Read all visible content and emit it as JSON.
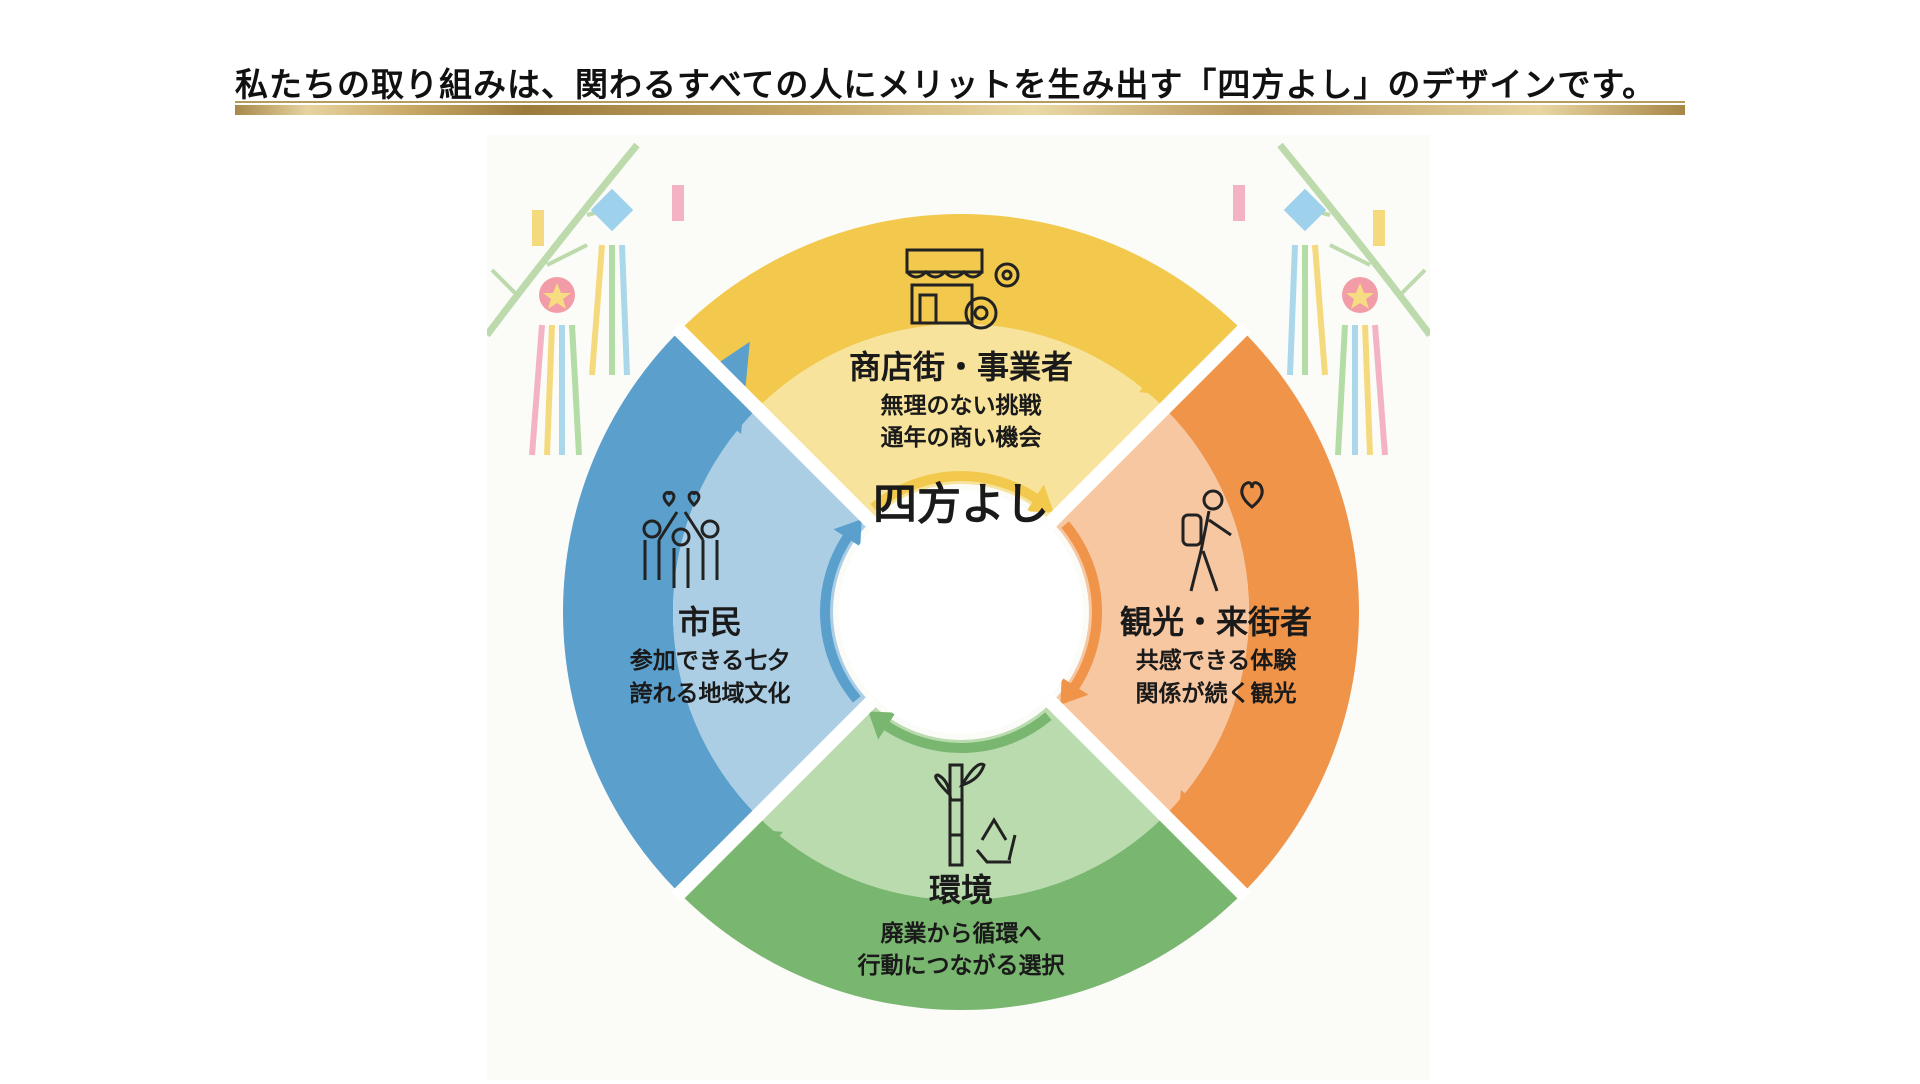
{
  "header": {
    "title": "私たちの取り組みは、関わるすべての人にメリットを生み出す「四方よし」のデザインです。"
  },
  "diagram": {
    "center_label": "四方よし",
    "segments": [
      {
        "id": "business",
        "title": "商店街・事業者",
        "lines": [
          "無理のない挑戦",
          "通年の商い機会"
        ],
        "icon": "storefront-gear-icon",
        "color": "#f2c94c",
        "light": "#f8e39c"
      },
      {
        "id": "visitors",
        "title": "観光・来街者",
        "lines": [
          "共感できる体験",
          "関係が続く観光"
        ],
        "icon": "hiker-heart-icon",
        "color": "#f0944a",
        "light": "#f7c7a2"
      },
      {
        "id": "environment",
        "title": "環境",
        "lines": [
          "廃業から循環へ",
          "行動につながる選択"
        ],
        "icon": "bamboo-recycle-icon",
        "color": "#79b66f",
        "light": "#b9dbae"
      },
      {
        "id": "citizens",
        "title": "市民",
        "lines": [
          "参加できる七夕",
          "誇れる地域文化"
        ],
        "icon": "people-hearts-icon",
        "color": "#5b9fcc",
        "light": "#abcee5"
      }
    ]
  }
}
